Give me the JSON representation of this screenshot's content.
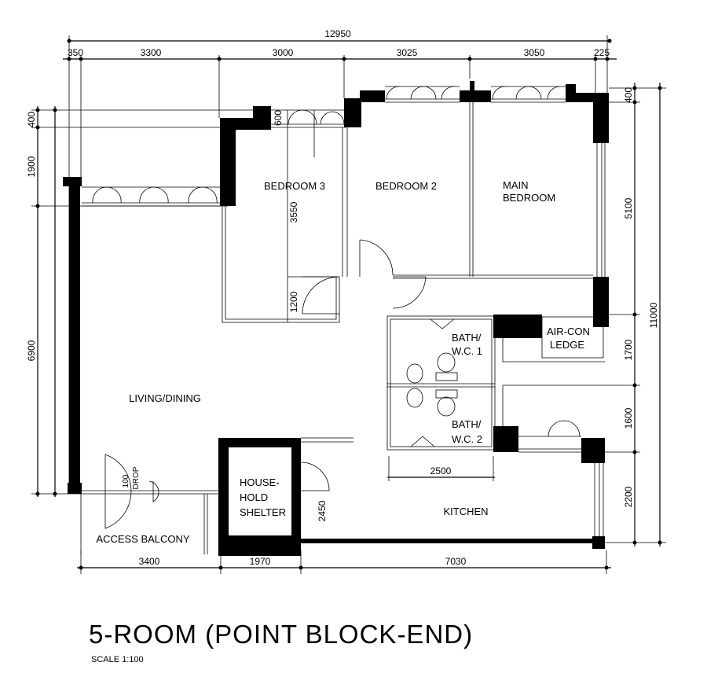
{
  "plan": {
    "title": "5-ROOM (POINT BLOCK-END)",
    "scale": "SCALE  1:100",
    "rooms": {
      "bedroom3": "BEDROOM 3",
      "bedroom2": "BEDROOM 2",
      "main_bedroom_1": "MAIN",
      "main_bedroom_2": "BEDROOM",
      "living_dining": "LIVING/DINING",
      "bath1_1": "BATH/",
      "bath1_2": "W.C. 1",
      "bath2_1": "BATH/",
      "bath2_2": "W.C. 2",
      "aircon_1": "AIR-CON",
      "aircon_2": "LEDGE",
      "kitchen": "KITCHEN",
      "shelter_1": "HOUSE-",
      "shelter_2": "HOLD",
      "shelter_3": "SHELTER",
      "access_balcony": "ACCESS BALCONY",
      "drop_1": "100",
      "drop_2": "DROP"
    },
    "dimensions": {
      "top_total": "12950",
      "top": [
        "350",
        "3300",
        "3000",
        "3025",
        "3050",
        "225"
      ],
      "right": [
        "400",
        "5100",
        "1700",
        "1600",
        "2200"
      ],
      "right_total": "11000",
      "left": [
        "400",
        "1900",
        "6900"
      ],
      "bottom": [
        "3400",
        "1970",
        "7030"
      ],
      "bath_width": "2500",
      "shelter_depth": "2450",
      "bedroom3_depth": "3550",
      "bedroom3_lower": "1200",
      "window_600": "600"
    }
  }
}
